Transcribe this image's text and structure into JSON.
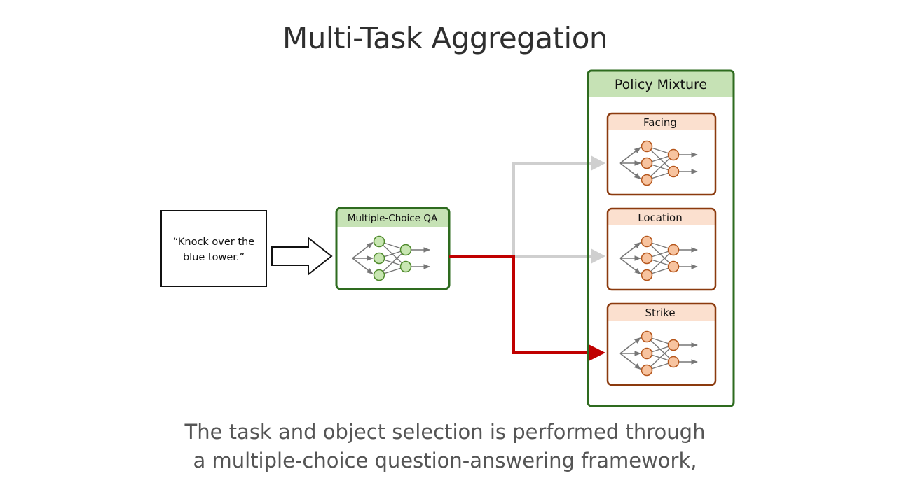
{
  "slide": {
    "title": "Multi-Task Aggregation",
    "caption_line1": "The task and object selection is performed through",
    "caption_line2": "a multiple-choice question-answering framework,"
  },
  "diagram": {
    "instruction_line1": "“Knock over the",
    "instruction_line2": "blue tower.”",
    "qa_module_label": "Multiple-Choice QA",
    "policy_mixture_label": "Policy Mixture",
    "policies": [
      {
        "label": "Facing",
        "selected": false
      },
      {
        "label": "Location",
        "selected": false
      },
      {
        "label": "Strike",
        "selected": true
      }
    ],
    "colors": {
      "qa_border": "#2e6b1f",
      "qa_header_fill": "#c6e2b5",
      "qa_node_fill": "#c8e6b2",
      "qa_node_stroke": "#4f8a2c",
      "mixture_border": "#2e6b1f",
      "mixture_header_fill": "#c6e2b5",
      "policy_border": "#8b3a0e",
      "policy_header_fill": "#fbe0cf",
      "policy_node_fill": "#f7c39f",
      "policy_node_stroke": "#b5561c",
      "selected_arrow": "#c00000",
      "unselected_arrow": "#cfcfcf",
      "edge": "#777777"
    }
  }
}
